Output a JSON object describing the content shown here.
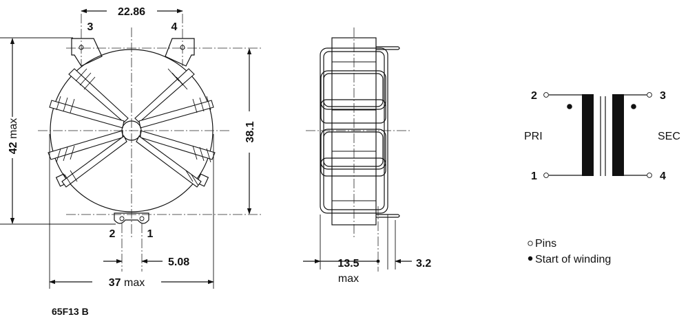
{
  "dimensions": {
    "pin_spacing_top": "22.86",
    "height_value": "42",
    "height_unit": "max",
    "inner_height": "38.1",
    "width_value": "37",
    "width_unit": "max",
    "pin_spacing_bottom": "5.08",
    "side_width_value": "13.5",
    "side_width_unit": "max",
    "pin_offset": "3.2"
  },
  "pins": {
    "top_left": "3",
    "top_right": "4",
    "bottom_left": "2",
    "bottom_right": "1"
  },
  "schematic": {
    "pin_top_left": "2",
    "pin_bottom_left": "1",
    "pin_top_right": "3",
    "pin_bottom_right": "4",
    "primary_label": "PRI",
    "secondary_label": "SEC"
  },
  "legend": {
    "pins_label": "Pins",
    "start_label": "Start of winding"
  },
  "part_number": "65F13 B"
}
